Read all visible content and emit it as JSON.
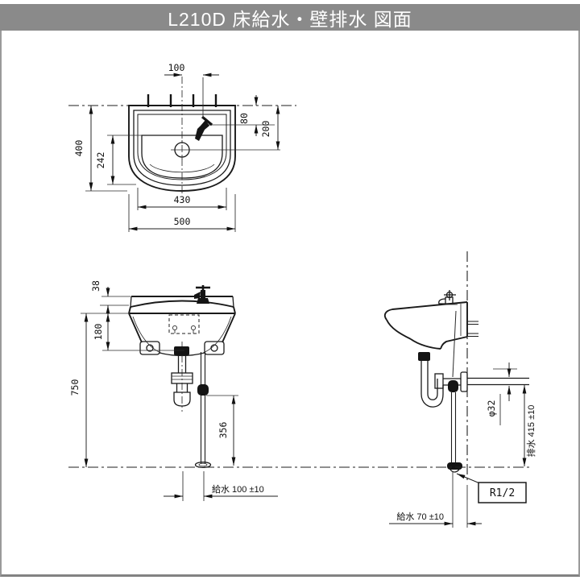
{
  "title_bar": {
    "title": "L210D 床給水・壁排水 図面"
  },
  "colors": {
    "title_bg": "#8a8a8a",
    "title_fg": "#ffffff",
    "line": "#1a1a1a"
  },
  "plan_view": {
    "dim_faucet_pitch": "100",
    "dim_depth": "400",
    "dim_bowl_depth": "242",
    "dim_faucet_from_wall": "80",
    "dim_drain_from_wall": "200",
    "dim_bowl_width": "430",
    "dim_width": "500"
  },
  "front_view": {
    "dim_rim_height": "38",
    "dim_body_height": "180",
    "dim_rim_floor_height": "750",
    "dim_supply_riser": "356",
    "dim_supply_offset": "給水 100 ±10"
  },
  "side_view": {
    "dim_drain_diameter": "φ32",
    "dim_drain_height": "排水 415 ±10",
    "dim_supply_from_wall": "給水 70 ±10",
    "label_supply_connection": "R1/2"
  }
}
